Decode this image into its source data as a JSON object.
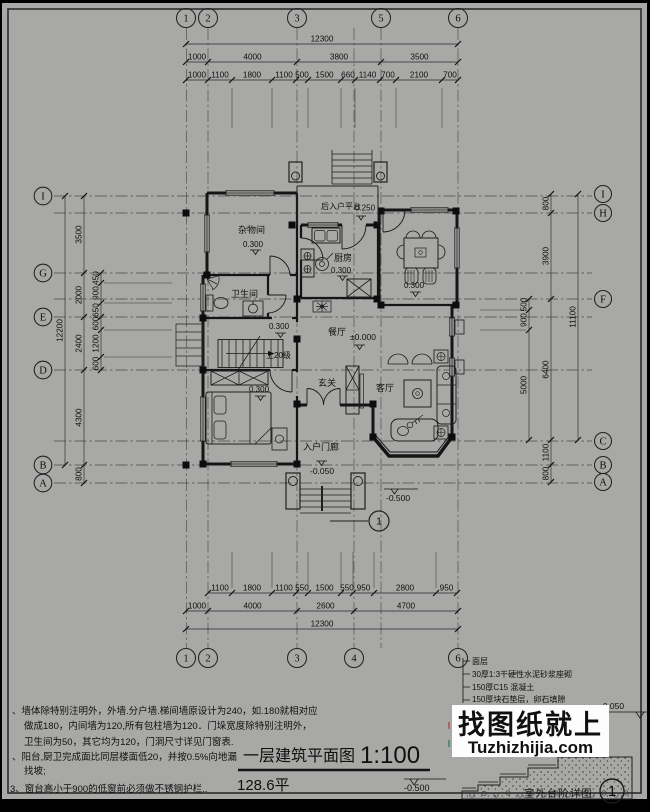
{
  "grid": {
    "top": [
      "1",
      "2",
      "3",
      "5",
      "6"
    ],
    "bottom": [
      "1",
      "2",
      "3",
      "4",
      "6"
    ],
    "left": [
      "I",
      "G",
      "E",
      "D",
      "B",
      "A"
    ],
    "right": [
      "I",
      "H",
      "F",
      "C",
      "B",
      "A"
    ]
  },
  "dims": {
    "top_overall": [
      "12300"
    ],
    "top_main": [
      "1000",
      "4000",
      "3800",
      "3500"
    ],
    "top_detail": [
      "1000",
      "1100",
      "1800",
      "1100",
      "500",
      "1500",
      "660",
      "1140",
      "700",
      "2100",
      "700"
    ],
    "bottom_detail": [
      "1100",
      "1800",
      "1100",
      "550",
      "1500",
      "550",
      "950",
      "2800",
      "950"
    ],
    "bottom_main": [
      "1000",
      "4000",
      "2600",
      "4700"
    ],
    "bottom_overall": [
      "12300"
    ],
    "left_overall": [
      "12200"
    ],
    "left_main": [
      "3500",
      "2000",
      "2400",
      "4300",
      "800"
    ],
    "left_detail": [
      "450",
      "900",
      "650",
      "600",
      "1200",
      "600"
    ],
    "right_detail": [
      "500",
      "900",
      "5000"
    ],
    "right_main": [
      "800",
      "3900",
      "6400",
      "1100",
      "800"
    ],
    "right_overall": [
      "11100"
    ]
  },
  "rooms": {
    "storage": {
      "name": "杂物间",
      "level": "0.300"
    },
    "back_platform": {
      "name": "后入户平台",
      "level": "0.250"
    },
    "kitchen": {
      "name": "厨房",
      "level": "0.300"
    },
    "bathroom": {
      "name": "卫生间"
    },
    "dining": {
      "name": "餐厅",
      "level": "±0.000"
    },
    "foyer": {
      "name": "玄关"
    },
    "living": {
      "name": "客厅"
    },
    "entry_porch": {
      "name": "入户门廊",
      "level": "-0.050"
    },
    "family_room_level": "0.300",
    "bedroom_level": "0.300",
    "stair_hall_level": "0.300",
    "stair_note": "上20级",
    "yard_level": "-0.500"
  },
  "section_mark": {
    "number": "1"
  },
  "notes": {
    "lines": [
      "、墙体除特别注明外，外墙.分户墙.梯间墙原设计为240，如.180就相对应",
      "做成180，内间墙为120,所有包柱墙为120．门垛宽度除特别注明外，",
      "卫生间为50，其它均为120，门洞尺寸详见门窗表.",
      "、阳台,厨卫完成面比同层楼面低20，并按0.5%向地漏",
      "找坡;",
      "3、窗台高小于900的低窗前必须做不锈钢护栏.."
    ]
  },
  "title": {
    "name": "一层建筑平面图",
    "scale": "1:100",
    "area": "128.6平"
  },
  "detail": {
    "layers": [
      "面层",
      "30厚1:3干硬性水泥砂浆座砌",
      "150厚C15 混凝土",
      "150厚块石垫层，卵石填隙"
    ],
    "level_top": "-0.050",
    "level_bottom": "-0.500",
    "caption": "室外台阶详图",
    "number": "1"
  },
  "watermark": {
    "line1": "找图纸就上",
    "line2": "Tuzhizhijia.com",
    "color": "#2438b8"
  }
}
